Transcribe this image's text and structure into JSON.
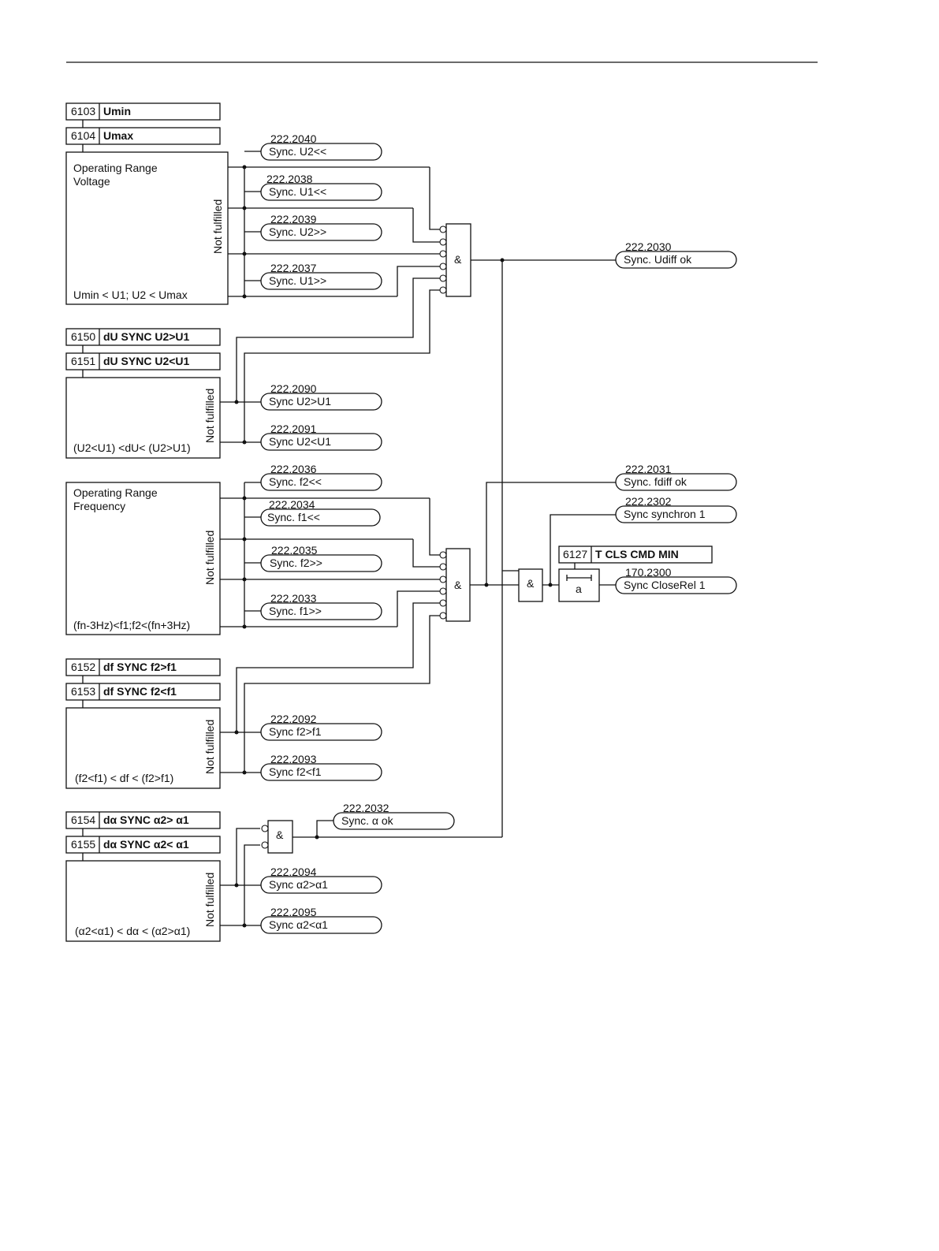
{
  "params": [
    {
      "num": "6103",
      "name": "Umin"
    },
    {
      "num": "6104",
      "name": "Umax"
    },
    {
      "num": "6150",
      "name": "dU SYNC U2>U1"
    },
    {
      "num": "6151",
      "name": "dU SYNC U2<U1"
    },
    {
      "num": "6152",
      "name": "df SYNC f2>f1"
    },
    {
      "num": "6153",
      "name": "df SYNC f2<f1"
    },
    {
      "num": "6154",
      "name": "dα SYNC α2> α1"
    },
    {
      "num": "6155",
      "name": "dα SYNC α2< α1"
    },
    {
      "num": "6127",
      "name": "T CLS CMD MIN"
    }
  ],
  "blocks": {
    "voltage": {
      "title1": "Operating Range",
      "title2": "Voltage",
      "condition": "Umin < U1; U2 < Umax",
      "side": "Not fulfilled"
    },
    "du": {
      "condition": "(U2<U1) <dU< (U2>U1)",
      "side": "Not fulfilled"
    },
    "frequency": {
      "title1": "Operating Range",
      "title2": "Frequency",
      "condition": "(fn-3Hz)<f1;f2<(fn+3Hz)",
      "side": "Not fulfilled"
    },
    "df": {
      "condition": "(f2<f1) < df < (f2>f1)",
      "side": "Not fulfilled"
    },
    "dalpha": {
      "condition": "(α2<α1) < dα < (α2>α1)",
      "side": "Not fulfilled"
    }
  },
  "signals": [
    {
      "num": "222.2040",
      "label": "Sync. U2<<"
    },
    {
      "num": "222.2038",
      "label": "Sync. U1<<"
    },
    {
      "num": "222.2039",
      "label": "Sync. U2>>"
    },
    {
      "num": "222.2037",
      "label": "Sync. U1>>"
    },
    {
      "num": "222.2090",
      "label": "Sync U2>U1"
    },
    {
      "num": "222.2091",
      "label": "Sync U2<U1"
    },
    {
      "num": "222.2036",
      "label": "Sync. f2<<"
    },
    {
      "num": "222.2034",
      "label": "Sync. f1<<"
    },
    {
      "num": "222.2035",
      "label": "Sync. f2>>"
    },
    {
      "num": "222.2033",
      "label": "Sync. f1>>"
    },
    {
      "num": "222.2092",
      "label": "Sync f2>f1"
    },
    {
      "num": "222.2093",
      "label": "Sync f2<f1"
    },
    {
      "num": "222.2094",
      "label": "Sync α2>α1"
    },
    {
      "num": "222.2095",
      "label": "Sync α2<α1"
    },
    {
      "num": "222.2030",
      "label": "Sync. Udiff ok"
    },
    {
      "num": "222.2031",
      "label": "Sync. fdiff ok"
    },
    {
      "num": "222.2302",
      "label": "Sync synchron 1"
    },
    {
      "num": "170.2300",
      "label": "Sync CloseRel 1"
    },
    {
      "num": "222.2032",
      "label": "Sync. α ok"
    }
  ],
  "gates": {
    "and": "&",
    "timer": "a"
  }
}
